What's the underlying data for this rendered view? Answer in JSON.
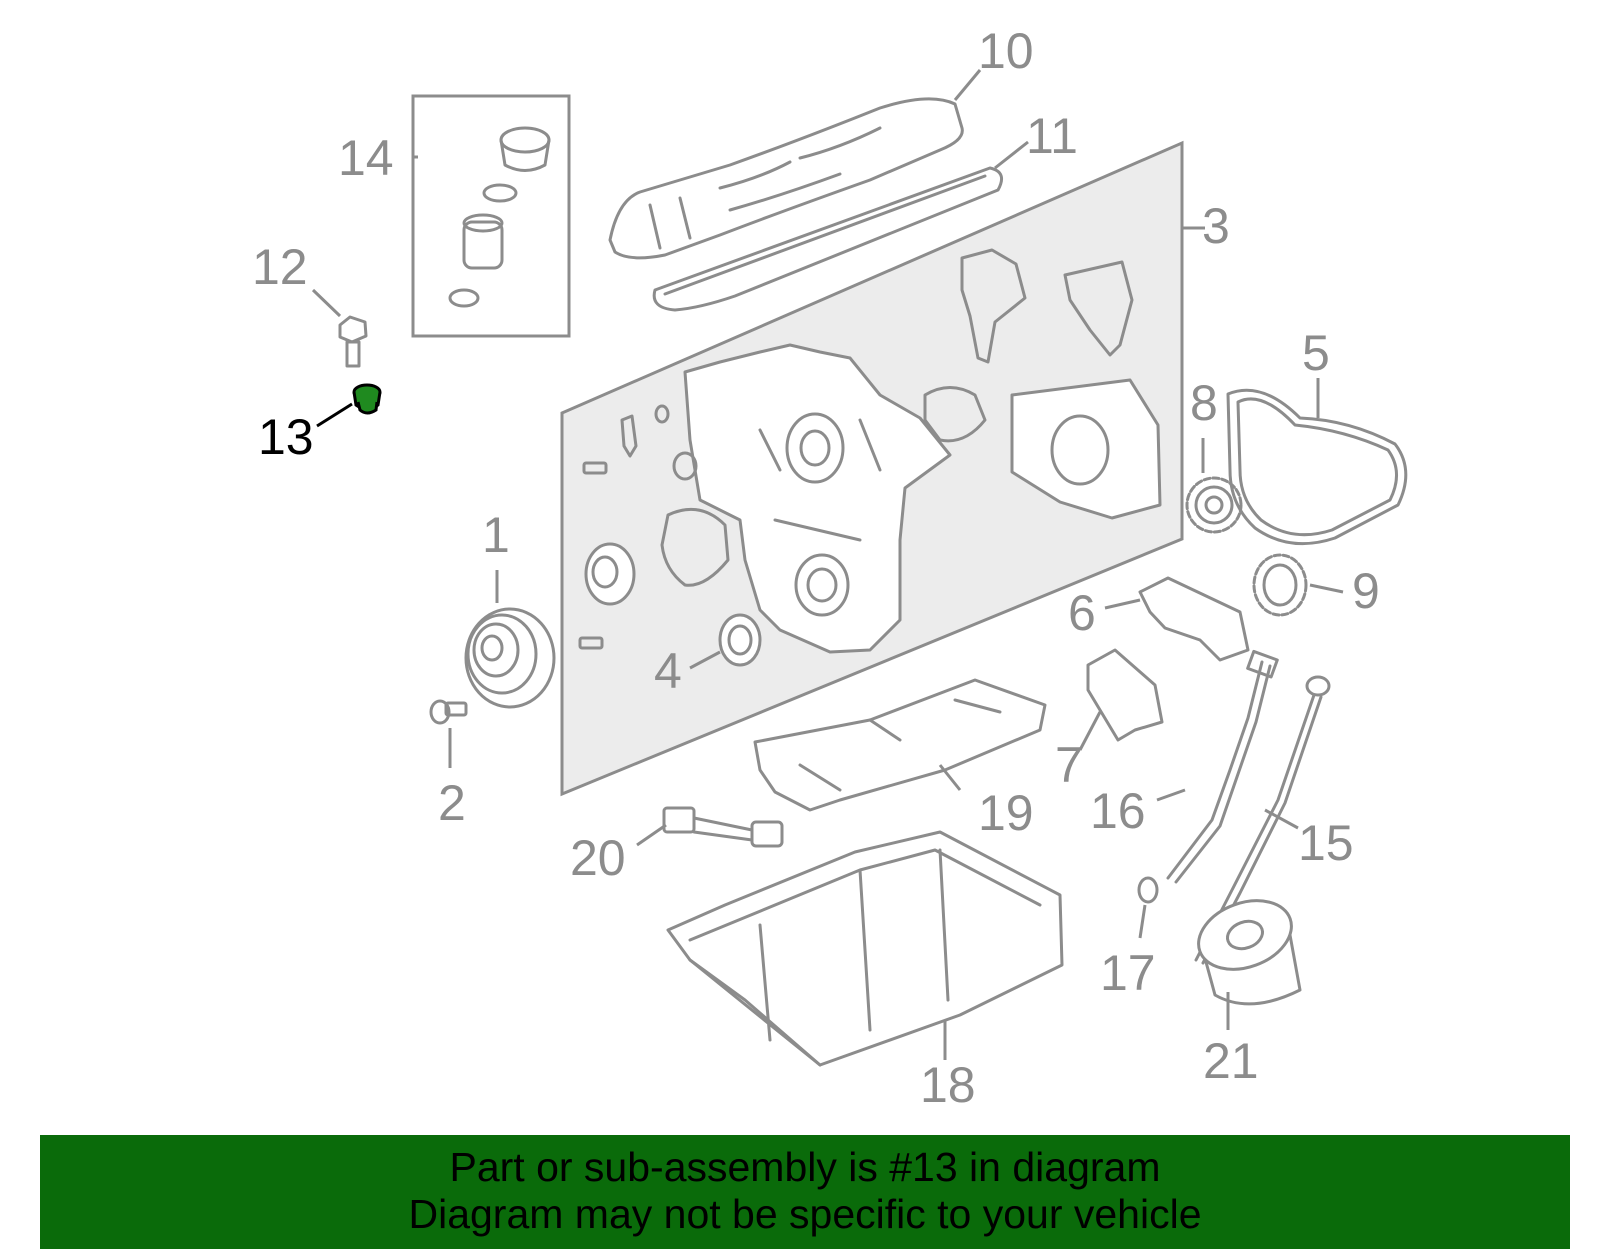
{
  "callouts": {
    "c1": "1",
    "c2": "2",
    "c3": "3",
    "c4": "4",
    "c5": "5",
    "c6": "6",
    "c7": "7",
    "c8": "8",
    "c9": "9",
    "c10": "10",
    "c11": "11",
    "c12": "12",
    "c13": "13",
    "c14": "14",
    "c15": "15",
    "c16": "16",
    "c17": "17",
    "c18": "18",
    "c19": "19",
    "c20": "20",
    "c21": "21"
  },
  "highlight": {
    "part_number": "13",
    "color": "#0a6b0a"
  },
  "colors": {
    "line_art": "#8c8c8c",
    "panel_fill": "#ececec",
    "banner": "#0a6b0a"
  },
  "banner": {
    "line1": "Part or sub-assembly is #13 in diagram",
    "line2": "Diagram may not be specific to your vehicle"
  }
}
